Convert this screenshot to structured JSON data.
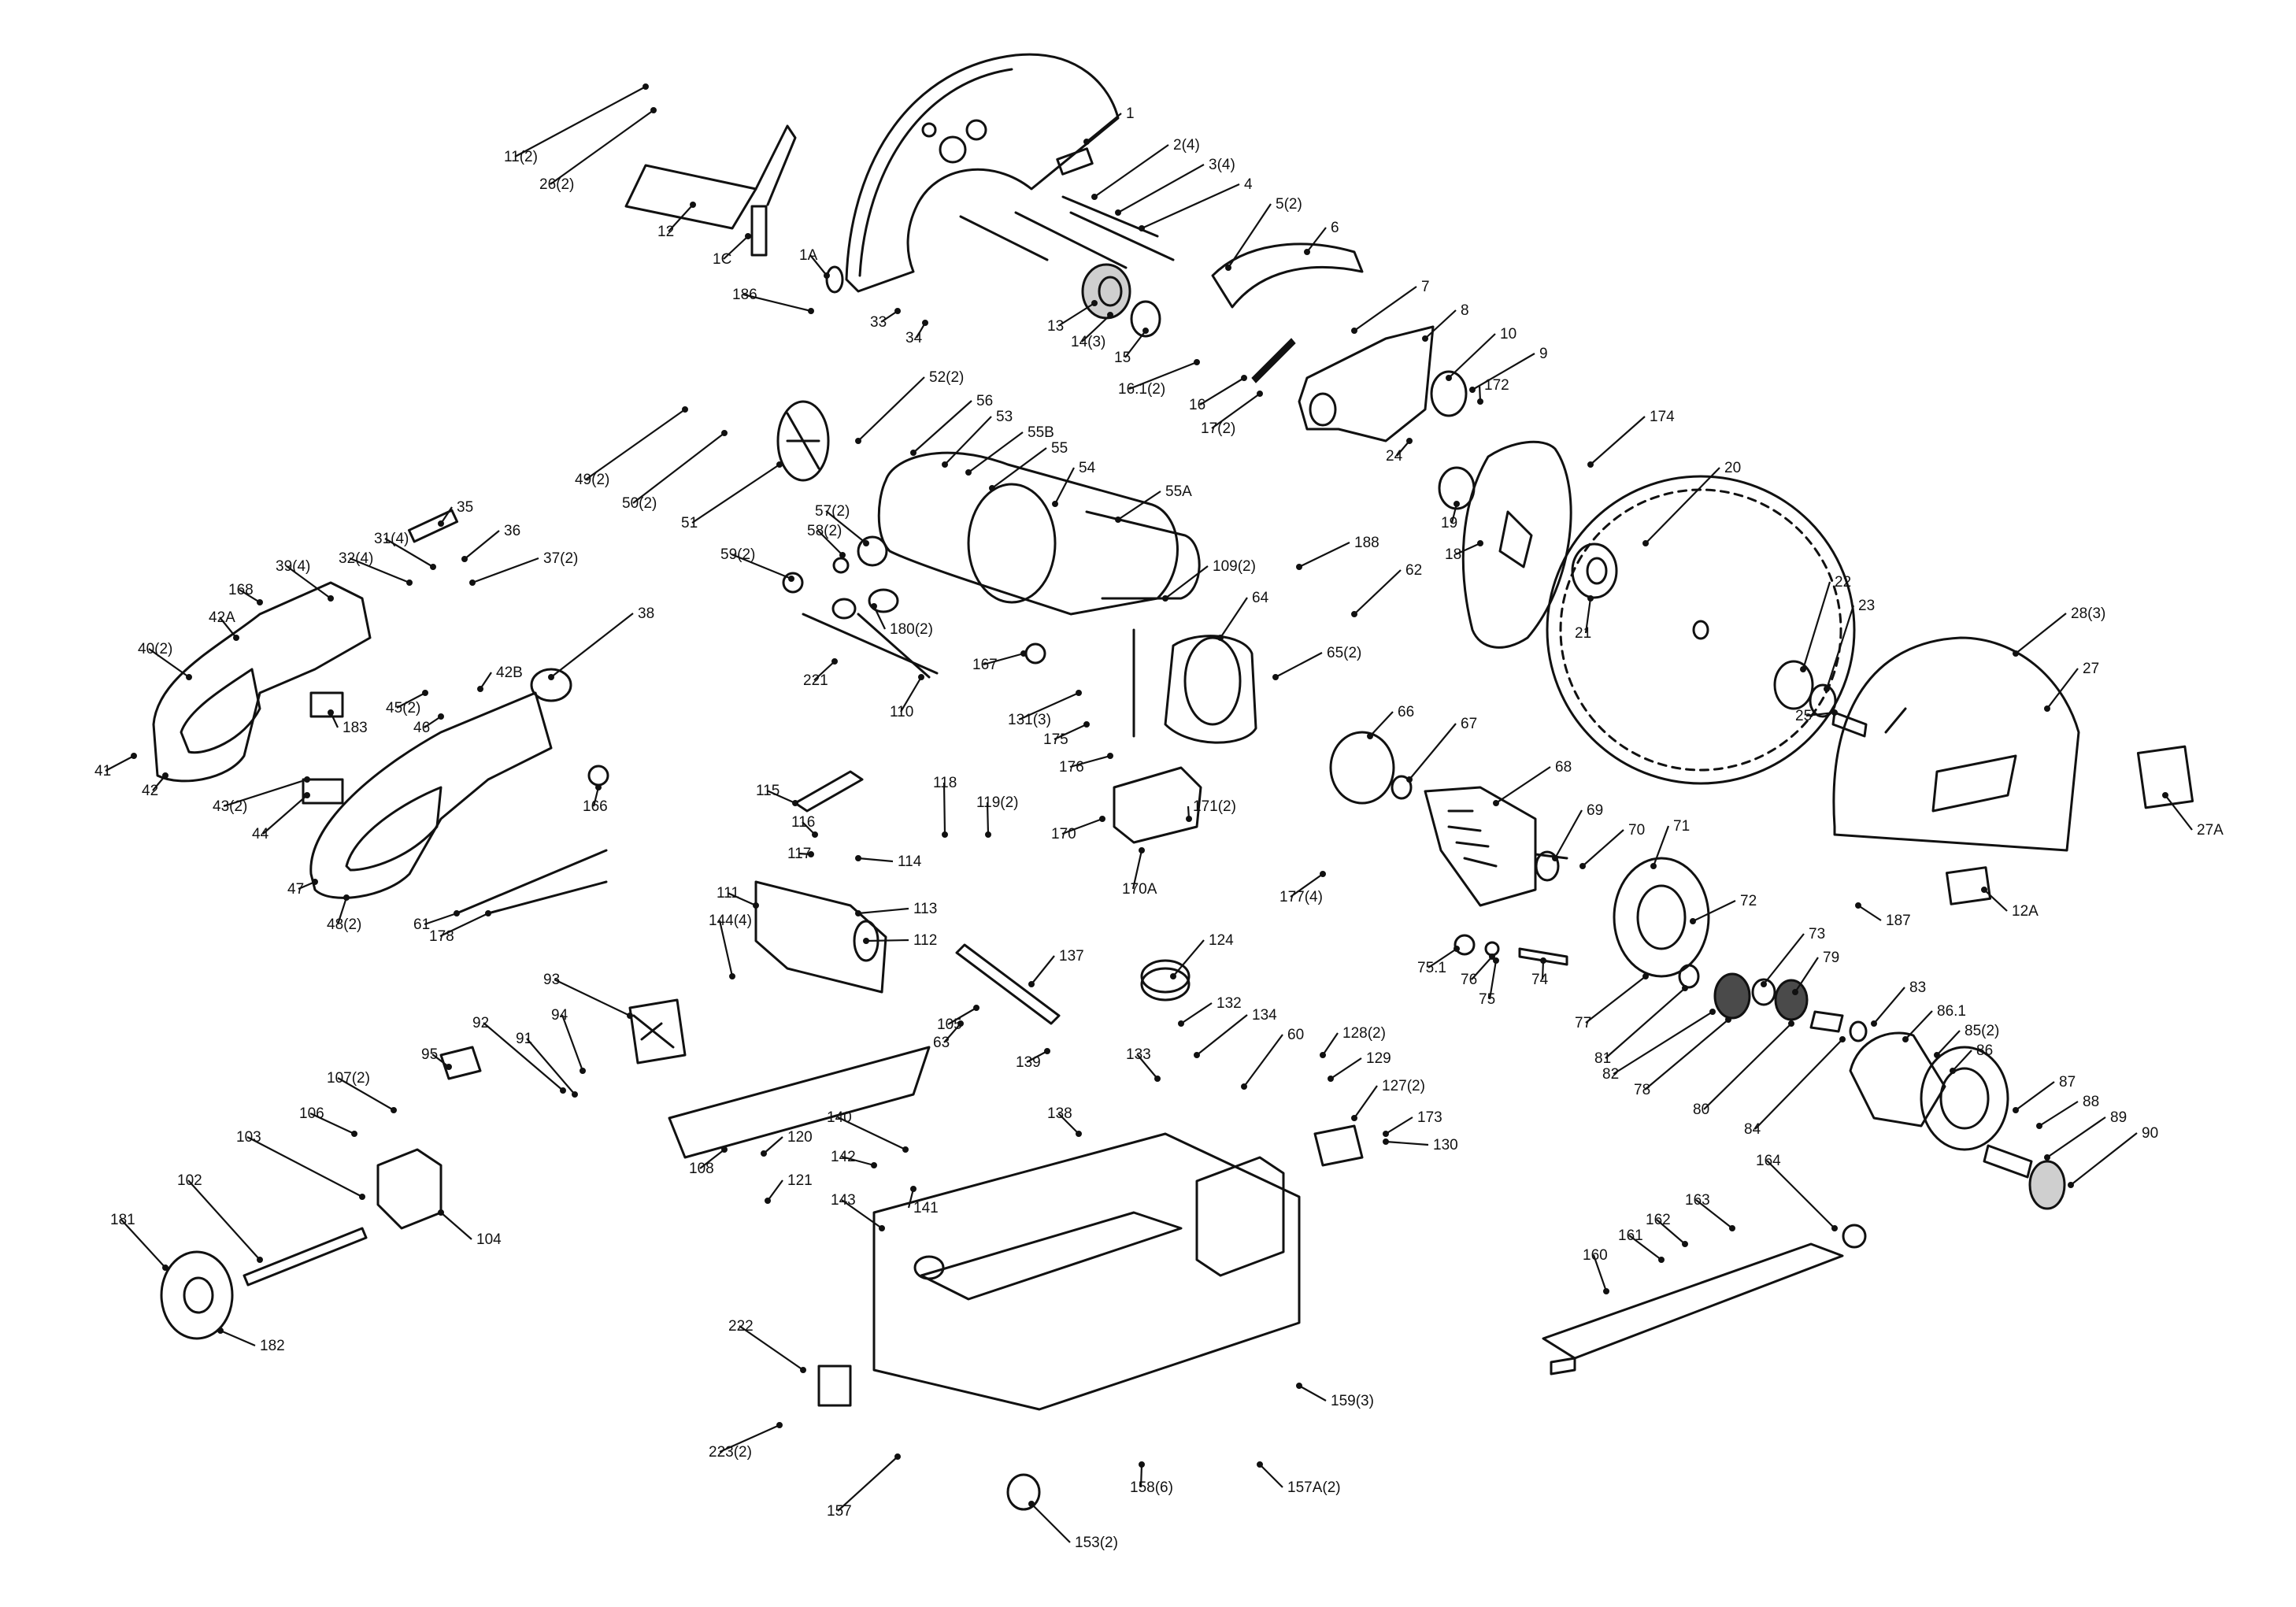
{
  "callouts": [
    {
      "id": "c1",
      "text": "1"
    },
    {
      "id": "c1A",
      "text": "1A"
    },
    {
      "id": "c1C",
      "text": "1C"
    },
    {
      "id": "c2",
      "text": "2(4)"
    },
    {
      "id": "c3",
      "text": "3(4)"
    },
    {
      "id": "c4",
      "text": "4"
    },
    {
      "id": "c5",
      "text": "5(2)"
    },
    {
      "id": "c6",
      "text": "6"
    },
    {
      "id": "c7",
      "text": "7"
    },
    {
      "id": "c8",
      "text": "8"
    },
    {
      "id": "c9",
      "text": "9"
    },
    {
      "id": "c10",
      "text": "10"
    },
    {
      "id": "c11",
      "text": "11(2)"
    },
    {
      "id": "c12",
      "text": "12"
    },
    {
      "id": "c12A",
      "text": "12A"
    },
    {
      "id": "c13",
      "text": "13"
    },
    {
      "id": "c14",
      "text": "14(3)"
    },
    {
      "id": "c15",
      "text": "15"
    },
    {
      "id": "c16",
      "text": "16"
    },
    {
      "id": "c16_1",
      "text": "16.1(2)"
    },
    {
      "id": "c17",
      "text": "17(2)"
    },
    {
      "id": "c18",
      "text": "18"
    },
    {
      "id": "c19",
      "text": "19"
    },
    {
      "id": "c20",
      "text": "20"
    },
    {
      "id": "c21",
      "text": "21"
    },
    {
      "id": "c22",
      "text": "22"
    },
    {
      "id": "c23",
      "text": "23"
    },
    {
      "id": "c24",
      "text": "24"
    },
    {
      "id": "c25",
      "text": "25"
    },
    {
      "id": "c26",
      "text": "26(2)"
    },
    {
      "id": "c27",
      "text": "27"
    },
    {
      "id": "c27A",
      "text": "27A"
    },
    {
      "id": "c28",
      "text": "28(3)"
    },
    {
      "id": "c31",
      "text": "31(4)"
    },
    {
      "id": "c32",
      "text": "32(4)"
    },
    {
      "id": "c33",
      "text": "33"
    },
    {
      "id": "c34",
      "text": "34"
    },
    {
      "id": "c35",
      "text": "35"
    },
    {
      "id": "c36",
      "text": "36"
    },
    {
      "id": "c37",
      "text": "37(2)"
    },
    {
      "id": "c38",
      "text": "38"
    },
    {
      "id": "c39",
      "text": "39(4)"
    },
    {
      "id": "c40",
      "text": "40(2)"
    },
    {
      "id": "c41",
      "text": "41"
    },
    {
      "id": "c42",
      "text": "42"
    },
    {
      "id": "c42A",
      "text": "42A"
    },
    {
      "id": "c42B",
      "text": "42B"
    },
    {
      "id": "c43",
      "text": "43(2)"
    },
    {
      "id": "c44",
      "text": "44"
    },
    {
      "id": "c45",
      "text": "45(2)"
    },
    {
      "id": "c46",
      "text": "46"
    },
    {
      "id": "c47",
      "text": "47"
    },
    {
      "id": "c48",
      "text": "48(2)"
    },
    {
      "id": "c49",
      "text": "49(2)"
    },
    {
      "id": "c50",
      "text": "50(2)"
    },
    {
      "id": "c51",
      "text": "51"
    },
    {
      "id": "c52",
      "text": "52(2)"
    },
    {
      "id": "c53",
      "text": "53"
    },
    {
      "id": "c54",
      "text": "54"
    },
    {
      "id": "c55",
      "text": "55"
    },
    {
      "id": "c55A",
      "text": "55A"
    },
    {
      "id": "c55B",
      "text": "55B"
    },
    {
      "id": "c56",
      "text": "56"
    },
    {
      "id": "c57",
      "text": "57(2)"
    },
    {
      "id": "c58",
      "text": "58(2)"
    },
    {
      "id": "c59",
      "text": "59(2)"
    },
    {
      "id": "c60",
      "text": "60"
    },
    {
      "id": "c61",
      "text": "61"
    },
    {
      "id": "c62",
      "text": "62"
    },
    {
      "id": "c63",
      "text": "63"
    },
    {
      "id": "c64",
      "text": "64"
    },
    {
      "id": "c65",
      "text": "65(2)"
    },
    {
      "id": "c66",
      "text": "66"
    },
    {
      "id": "c67",
      "text": "67"
    },
    {
      "id": "c68",
      "text": "68"
    },
    {
      "id": "c69",
      "text": "69"
    },
    {
      "id": "c70",
      "text": "70"
    },
    {
      "id": "c71",
      "text": "71"
    },
    {
      "id": "c72",
      "text": "72"
    },
    {
      "id": "c73",
      "text": "73"
    },
    {
      "id": "c74",
      "text": "74"
    },
    {
      "id": "c75",
      "text": "75"
    },
    {
      "id": "c75_1",
      "text": "75.1"
    },
    {
      "id": "c76",
      "text": "76"
    },
    {
      "id": "c77",
      "text": "77"
    },
    {
      "id": "c78",
      "text": "78"
    },
    {
      "id": "c79",
      "text": "79"
    },
    {
      "id": "c80",
      "text": "80"
    },
    {
      "id": "c81",
      "text": "81"
    },
    {
      "id": "c82",
      "text": "82"
    },
    {
      "id": "c83",
      "text": "83"
    },
    {
      "id": "c84",
      "text": "84"
    },
    {
      "id": "c85",
      "text": "85(2)"
    },
    {
      "id": "c86",
      "text": "86"
    },
    {
      "id": "c86_1",
      "text": "86.1"
    },
    {
      "id": "c87",
      "text": "87"
    },
    {
      "id": "c88",
      "text": "88"
    },
    {
      "id": "c89",
      "text": "89"
    },
    {
      "id": "c90",
      "text": "90"
    },
    {
      "id": "c91",
      "text": "91"
    },
    {
      "id": "c92",
      "text": "92"
    },
    {
      "id": "c93",
      "text": "93"
    },
    {
      "id": "c94",
      "text": "94"
    },
    {
      "id": "c95",
      "text": "95"
    },
    {
      "id": "c102",
      "text": "102"
    },
    {
      "id": "c103",
      "text": "103"
    },
    {
      "id": "c104",
      "text": "104"
    },
    {
      "id": "c105",
      "text": "105"
    },
    {
      "id": "c106",
      "text": "106"
    },
    {
      "id": "c107",
      "text": "107(2)"
    },
    {
      "id": "c108",
      "text": "108"
    },
    {
      "id": "c109",
      "text": "109(2)"
    },
    {
      "id": "c110",
      "text": "110"
    },
    {
      "id": "c111",
      "text": "111"
    },
    {
      "id": "c112",
      "text": "112"
    },
    {
      "id": "c113",
      "text": "113"
    },
    {
      "id": "c114",
      "text": "114"
    },
    {
      "id": "c115",
      "text": "115"
    },
    {
      "id": "c116",
      "text": "116"
    },
    {
      "id": "c117",
      "text": "117"
    },
    {
      "id": "c118",
      "text": "118"
    },
    {
      "id": "c119",
      "text": "119(2)"
    },
    {
      "id": "c120",
      "text": "120"
    },
    {
      "id": "c121",
      "text": "121"
    },
    {
      "id": "c124",
      "text": "124"
    },
    {
      "id": "c127",
      "text": "127(2)"
    },
    {
      "id": "c128",
      "text": "128(2)"
    },
    {
      "id": "c129",
      "text": "129"
    },
    {
      "id": "c130",
      "text": "130"
    },
    {
      "id": "c131",
      "text": "131(3)"
    },
    {
      "id": "c132",
      "text": "132"
    },
    {
      "id": "c133",
      "text": "133"
    },
    {
      "id": "c134",
      "text": "134"
    },
    {
      "id": "c137",
      "text": "137"
    },
    {
      "id": "c138",
      "text": "138"
    },
    {
      "id": "c139",
      "text": "139"
    },
    {
      "id": "c140",
      "text": "140"
    },
    {
      "id": "c141",
      "text": "141"
    },
    {
      "id": "c142",
      "text": "142"
    },
    {
      "id": "c143",
      "text": "143"
    },
    {
      "id": "c144",
      "text": "144(4)"
    },
    {
      "id": "c153",
      "text": "153(2)"
    },
    {
      "id": "c157",
      "text": "157"
    },
    {
      "id": "c157A",
      "text": "157A(2)"
    },
    {
      "id": "c158",
      "text": "158(6)"
    },
    {
      "id": "c159",
      "text": "159(3)"
    },
    {
      "id": "c160",
      "text": "160"
    },
    {
      "id": "c161",
      "text": "161"
    },
    {
      "id": "c162",
      "text": "162"
    },
    {
      "id": "c163",
      "text": "163"
    },
    {
      "id": "c164",
      "text": "164"
    },
    {
      "id": "c166",
      "text": "166"
    },
    {
      "id": "c167",
      "text": "167"
    },
    {
      "id": "c168",
      "text": "168"
    },
    {
      "id": "c170",
      "text": "170"
    },
    {
      "id": "c170A",
      "text": "170A"
    },
    {
      "id": "c171",
      "text": "171(2)"
    },
    {
      "id": "c172",
      "text": "172"
    },
    {
      "id": "c173",
      "text": "173"
    },
    {
      "id": "c174",
      "text": "174"
    },
    {
      "id": "c175",
      "text": "175"
    },
    {
      "id": "c176",
      "text": "176"
    },
    {
      "id": "c177",
      "text": "177(4)"
    },
    {
      "id": "c178",
      "text": "178"
    },
    {
      "id": "c180",
      "text": "180(2)"
    },
    {
      "id": "c181",
      "text": "181"
    },
    {
      "id": "c182",
      "text": "182"
    },
    {
      "id": "c183",
      "text": "183"
    },
    {
      "id": "c186",
      "text": "186"
    },
    {
      "id": "c187",
      "text": "187"
    },
    {
      "id": "c188",
      "text": "188"
    },
    {
      "id": "c221",
      "text": "221"
    },
    {
      "id": "c222",
      "text": "222"
    },
    {
      "id": "c223",
      "text": "223(2)"
    }
  ]
}
